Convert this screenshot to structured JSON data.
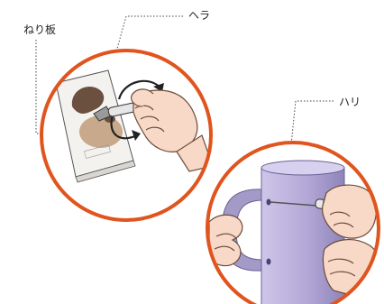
{
  "labels": {
    "kneading_board": "ねり板",
    "spatula": "ヘラ",
    "needle": "ハリ"
  },
  "colors": {
    "circle_border": "#e0541e",
    "mug_body": "#b6abd6",
    "mug_shadow": "#8f86b8",
    "mug_handle": "#a49ac8",
    "skin": "#f8d9c8",
    "skin_outline": "#6b4a3a",
    "paint_dark": "#6b5040",
    "paint_light": "#c9a98c",
    "leader_line": "#444444"
  }
}
